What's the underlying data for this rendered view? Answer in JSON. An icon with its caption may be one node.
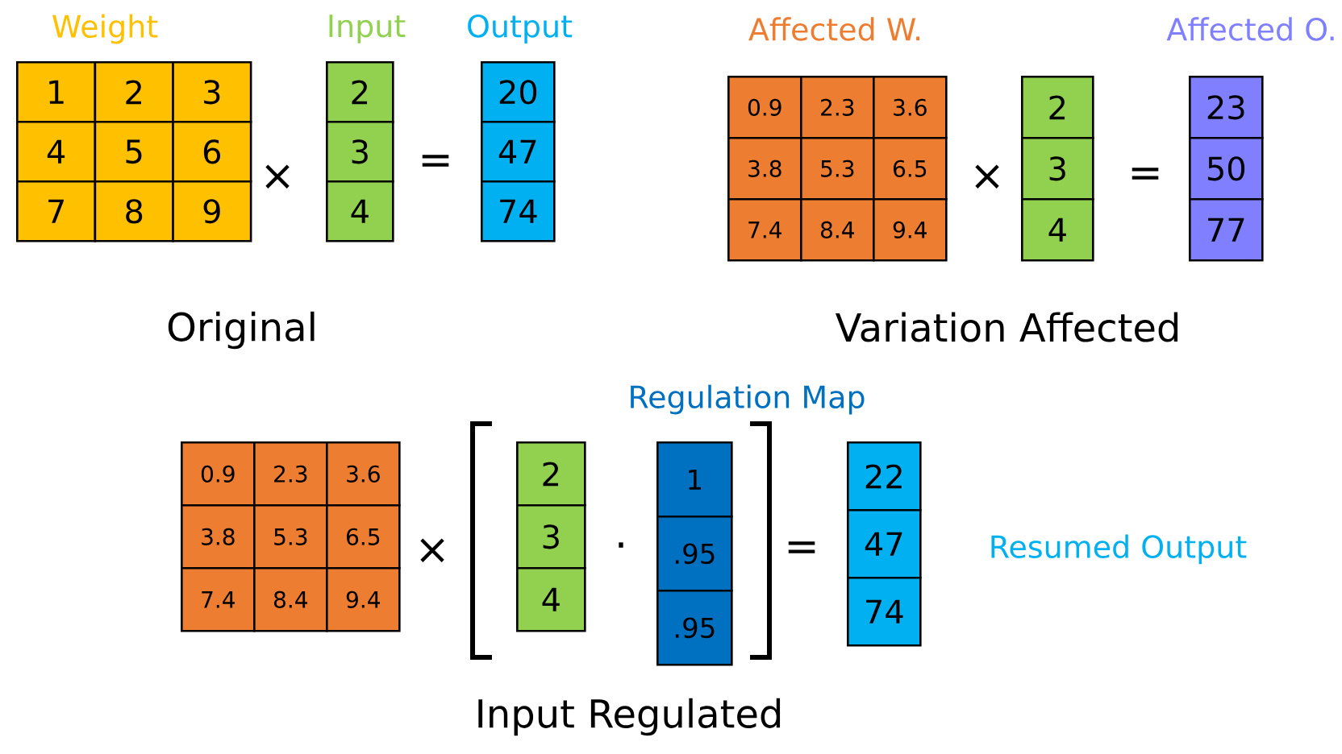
{
  "diagram": {
    "nodes": [
      {
        "text": [
          "1"
        ]
      },
      {
        "text": [
          "2"
        ]
      },
      {
        "text": [
          "3"
        ]
      },
      {
        "text": [
          "4"
        ]
      },
      {
        "text": [
          "5"
        ]
      },
      {
        "text": [
          "6"
        ]
      },
      {
        "text": [
          "7"
        ]
      },
      {
        "text": [
          "8"
        ]
      },
      {
        "text": [
          "9"
        ]
      },
      {
        "text": [
          "2"
        ]
      },
      {
        "text": [
          "3"
        ]
      },
      {
        "text": [
          "4"
        ]
      },
      {
        "text": [
          "20"
        ]
      },
      {
        "text": [
          "47"
        ]
      },
      {
        "text": [
          "74"
        ]
      },
      {
        "text": [
          "0.9"
        ]
      },
      {
        "text": [
          "2.3"
        ]
      },
      {
        "text": [
          "3.6"
        ]
      },
      {
        "text": [
          "3.8"
        ]
      },
      {
        "text": [
          "5.3"
        ]
      },
      {
        "text": [
          "6.5"
        ]
      },
      {
        "text": [
          "7.4"
        ]
      },
      {
        "text": [
          "8.4"
        ]
      },
      {
        "text": [
          "9.4"
        ]
      },
      {
        "text": [
          "2"
        ]
      },
      {
        "text": [
          "3"
        ]
      },
      {
        "text": [
          "4"
        ]
      },
      {
        "text": [
          "23"
        ]
      },
      {
        "text": [
          "50"
        ]
      },
      {
        "text": [
          "77"
        ]
      },
      {
        "text": [
          "0.9"
        ]
      },
      {
        "text": [
          "2.3"
        ]
      },
      {
        "text": [
          "3.6"
        ]
      },
      {
        "text": [
          "3.8"
        ]
      },
      {
        "text": [
          "5.3"
        ]
      },
      {
        "text": [
          "6.5"
        ]
      },
      {
        "text": [
          "7.4"
        ]
      },
      {
        "text": [
          "8.4"
        ]
      },
      {
        "text": [
          "9.4"
        ]
      },
      {
        "text": [
          "2"
        ]
      },
      {
        "text": [
          "3"
        ]
      },
      {
        "text": [
          "4"
        ]
      },
      {
        "text": [
          "1"
        ]
      },
      {
        "text": [
          ".95"
        ]
      },
      {
        "text": [
          ".95"
        ]
      },
      {
        "text": [
          "22"
        ]
      },
      {
        "text": [
          "47"
        ]
      },
      {
        "text": [
          "74"
        ]
      }
    ],
    "labels": [
      "Weight",
      "Input",
      "Output",
      "×",
      "=",
      "Original",
      "Affected W.",
      "Affected O.",
      "×",
      "=",
      "Variation Affected",
      "Regulation Map",
      "×",
      "·",
      "=",
      "Resumed Output",
      "Input Regulated"
    ]
  }
}
